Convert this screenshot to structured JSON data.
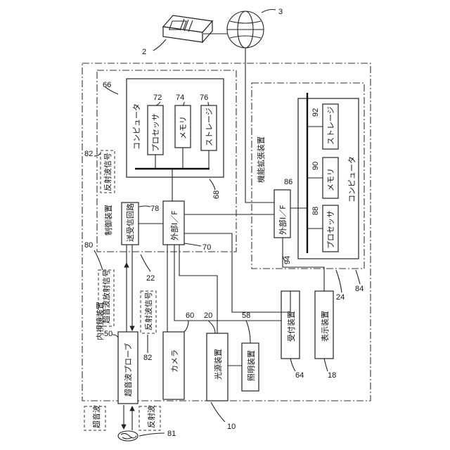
{
  "labels": {
    "endoscope_device": "内視鏡装置",
    "control_device": "制御装置",
    "computer_main": "コンピュータ",
    "processor_main": "プロセッサ",
    "memory_main": "メモリ",
    "storage_main": "ストレージ",
    "transceiver": "送受信回路",
    "ext_if_main": "外部I／F",
    "ext_if_ext": "外部I／F",
    "expansion_device": "機能拡張装置",
    "computer_ext": "コンピュータ",
    "processor_ext": "プロセッサ",
    "memory_ext": "メモリ",
    "storage_ext": "ストレージ",
    "probe": "超音波プローブ",
    "camera": "カメラ",
    "light_source": "光源装置",
    "illumination": "照明装置",
    "reception": "受付装置",
    "display": "表示装置",
    "reflected_signal_top": "反射波信号",
    "reflected_signal_mid": "反射波信号",
    "emission_signal": "超音波放射信号",
    "ultrasound": "超音波",
    "reflected_wave": "反射波"
  },
  "refs": {
    "n2": "2",
    "n3": "3",
    "n10": "10",
    "n18": "18",
    "n20": "20",
    "n22": "22",
    "n24": "24",
    "n50": "50",
    "n58": "58",
    "n60": "60",
    "n64": "64",
    "n66": "66",
    "n68": "68",
    "n70": "70",
    "n72": "72",
    "n74": "74",
    "n76": "76",
    "n78": "78",
    "n80": "80",
    "n81": "81",
    "n82a": "82",
    "n82b": "82",
    "n84": "84",
    "n86": "86",
    "n88": "88",
    "n90": "90",
    "n92": "92",
    "n94": "94"
  }
}
